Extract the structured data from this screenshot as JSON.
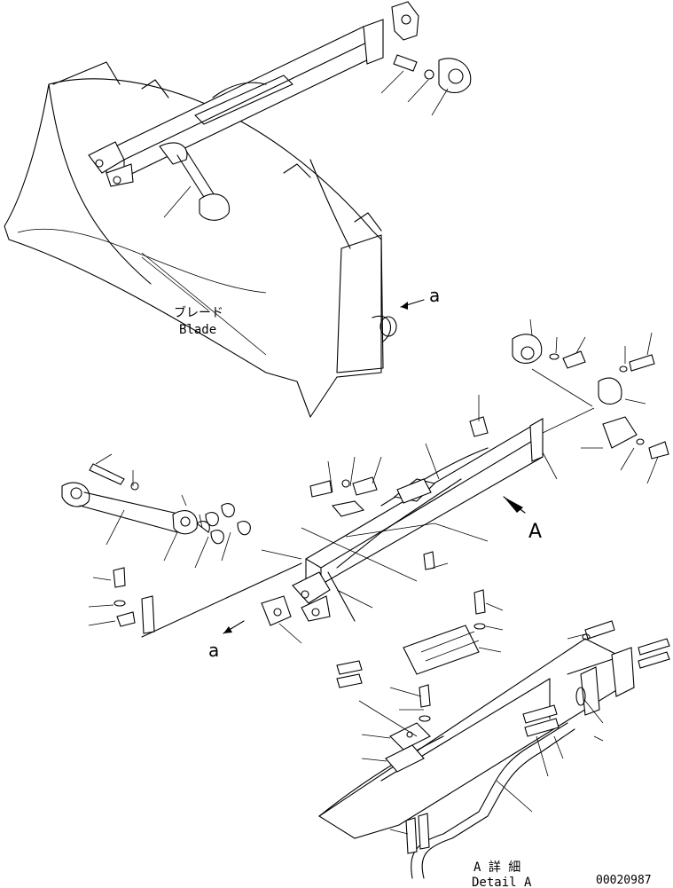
{
  "labels": {
    "blade_jp": "ブレード",
    "blade_en": "Blade",
    "view_a_small_1": "a",
    "view_a_small_2": "a",
    "view_A": "A",
    "detail_jp": "A 詳 細",
    "detail_en": "Detail A",
    "drawing_number": "00020987"
  }
}
